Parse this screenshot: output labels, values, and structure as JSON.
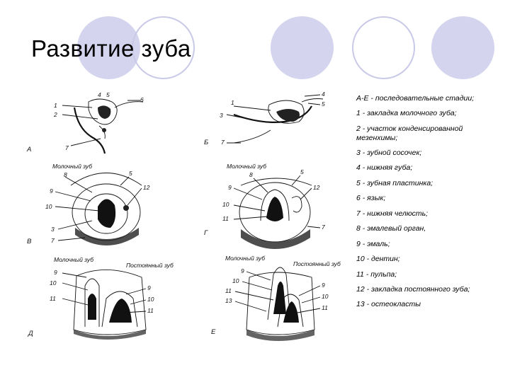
{
  "title": "Развитие зуба",
  "figure": {
    "panels": [
      {
        "id": "A",
        "stage": "А",
        "labels": [
          "1",
          "2",
          "4",
          "5",
          "6",
          "7"
        ]
      },
      {
        "id": "B",
        "stage": "Б",
        "labels": [
          "1",
          "3",
          "4",
          "5",
          "7"
        ]
      },
      {
        "id": "V",
        "stage": "В",
        "caption": "Молочный зуб",
        "labels": [
          "8",
          "9",
          "10",
          "3",
          "7",
          "5",
          "12"
        ]
      },
      {
        "id": "G",
        "stage": "Г",
        "caption": "Молочный зуб",
        "labels": [
          "8",
          "5",
          "9",
          "12",
          "10",
          "11",
          "7"
        ]
      },
      {
        "id": "D",
        "stage": "Д",
        "caption": "Молочный зуб",
        "caption2": "Постоянный зуб",
        "labels": [
          "9",
          "10",
          "11",
          "9",
          "10",
          "11"
        ]
      },
      {
        "id": "E",
        "stage": "Е",
        "caption": "Молочный зуб",
        "caption2": "Постоянный зуб",
        "labels": [
          "9",
          "10",
          "11",
          "13",
          "9",
          "10",
          "11"
        ]
      }
    ]
  },
  "legend": [
    "А-Е - последовательные стадии;",
    "1 - закладка молочного зуба;",
    "2 - участок конденсированной мезенхимы;",
    "3 - зубной сосочек;",
    "4 - нижняя губа;",
    "5 - зубная пластинка;",
    "6 - язык;",
    "7 - нижняя челюсть;",
    "8 - эмалевый орган,",
    "9 - эмаль;",
    "10 - дентин;",
    "11 - пульпа;",
    "12 - закладка постоянного зуба;",
    "13 - остеокласты"
  ],
  "colors": {
    "decor_fill": "#d4d4ee",
    "decor_ring": "#c9c9e8",
    "ink": "#111111"
  }
}
